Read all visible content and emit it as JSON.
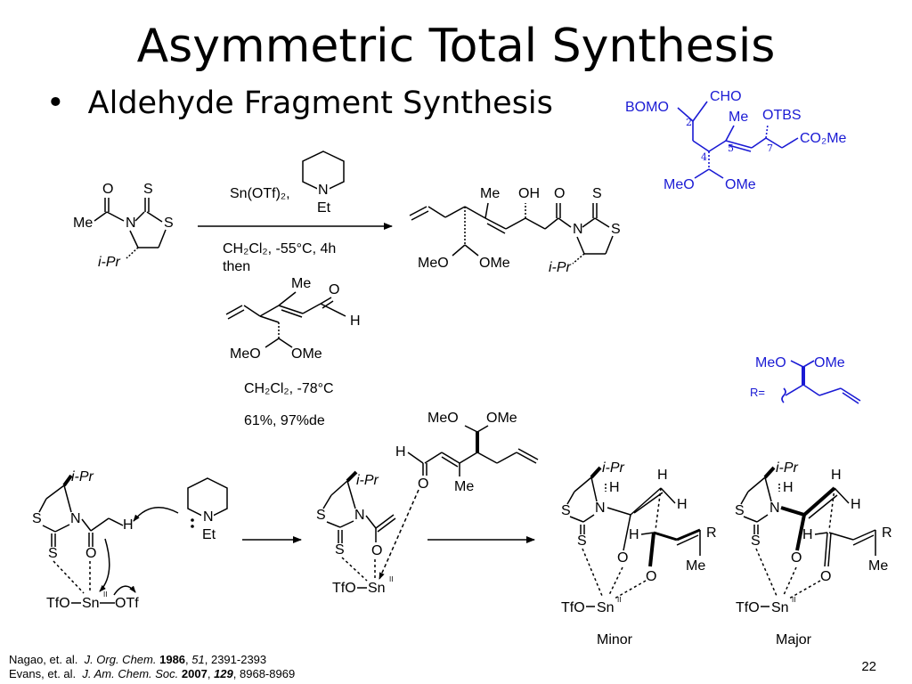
{
  "slide": {
    "title": "Asymmetric Total Synthesis",
    "bullet": "Aldehyde Fragment Synthesis",
    "page_number": "22"
  },
  "colors": {
    "target": "#1a1ad4",
    "text": "#000000"
  },
  "target_structure": {
    "bomo": "BOMO",
    "cho": "CHO",
    "me": "Me",
    "otbs": "OTBS",
    "co2me": "CO₂Me",
    "c2": "2",
    "c4": "4",
    "c5": "5",
    "c7": "7",
    "meo": "MeO",
    "ome": "OMe"
  },
  "r_group": {
    "label": "R=",
    "meo": "MeO",
    "ome": "OMe"
  },
  "reactant": {
    "o": "O",
    "s": "S",
    "me": "Me",
    "n": "N",
    "ring_s": "S",
    "ipr": "i-Pr"
  },
  "reagents_top": {
    "lewis_acid": "Sn(OTf)₂,",
    "piperidine_n": "N",
    "piperidine_et": "Et",
    "conditions_1": "CH₂Cl₂, -55°C, 4h",
    "then": "then"
  },
  "aldehyde": {
    "me": "Me",
    "o": "O",
    "h": "H",
    "meo": "MeO",
    "ome": "OMe"
  },
  "reagents_bottom": {
    "conditions_2": "CH₂Cl₂, -78°C",
    "yield": "61%, 97%de"
  },
  "product": {
    "me": "Me",
    "oh": "OH",
    "o": "O",
    "s": "S",
    "n": "N",
    "ring_s": "S",
    "meo": "MeO",
    "ome": "OMe",
    "ipr": "i-Pr"
  },
  "mechanism": {
    "step1": {
      "ipr": "i-Pr",
      "s": "S",
      "n": "N",
      "exo_s": "S",
      "o": "O",
      "h": "H",
      "tfo": "TfO",
      "sn": "Sn",
      "sn_ox": "II",
      "otf": "OTf",
      "base_n": "N",
      "base_et": "Et"
    },
    "step2": {
      "ipr": "i-Pr",
      "s": "S",
      "n": "N",
      "exo_s": "S",
      "o": "O",
      "tfo": "TfO",
      "sn": "Sn",
      "sn_ox": "II",
      "ald_h": "H",
      "ald_o": "O",
      "ald_me": "Me",
      "ald_meo": "MeO",
      "ald_ome": "OMe"
    },
    "ts_minor": {
      "ipr": "i-Pr",
      "h_top": "H",
      "h_vinyl": "H",
      "h_vinyl2": "H",
      "s": "S",
      "n": "N",
      "exo_s": "S",
      "o_enol": "O",
      "h_ald": "H",
      "o_ald": "O",
      "r": "R",
      "me": "Me",
      "tfo": "TfO",
      "sn": "Sn",
      "sn_ox": "II",
      "label": "Minor"
    },
    "ts_major": {
      "ipr": "i-Pr",
      "h_top": "H",
      "h_vinyl": "H",
      "h_vinyl2": "H",
      "s": "S",
      "n": "N",
      "exo_s": "S",
      "o_enol": "O",
      "h_ald": "H",
      "o_ald": "O",
      "r": "R",
      "me": "Me",
      "tfo": "TfO",
      "sn": "Sn",
      "sn_ox": "II",
      "label": "Major"
    }
  },
  "references": {
    "ref1": {
      "authors": "Nagao, et. al.",
      "journal": "J. Org. Chem.",
      "year": "1986",
      "volume": "51",
      "pages": "2391-2393"
    },
    "ref2": {
      "authors": "Evans, et. al.",
      "journal": "J. Am. Chem. Soc.",
      "year": "2007",
      "volume": "129",
      "pages": "8968-8969"
    }
  }
}
